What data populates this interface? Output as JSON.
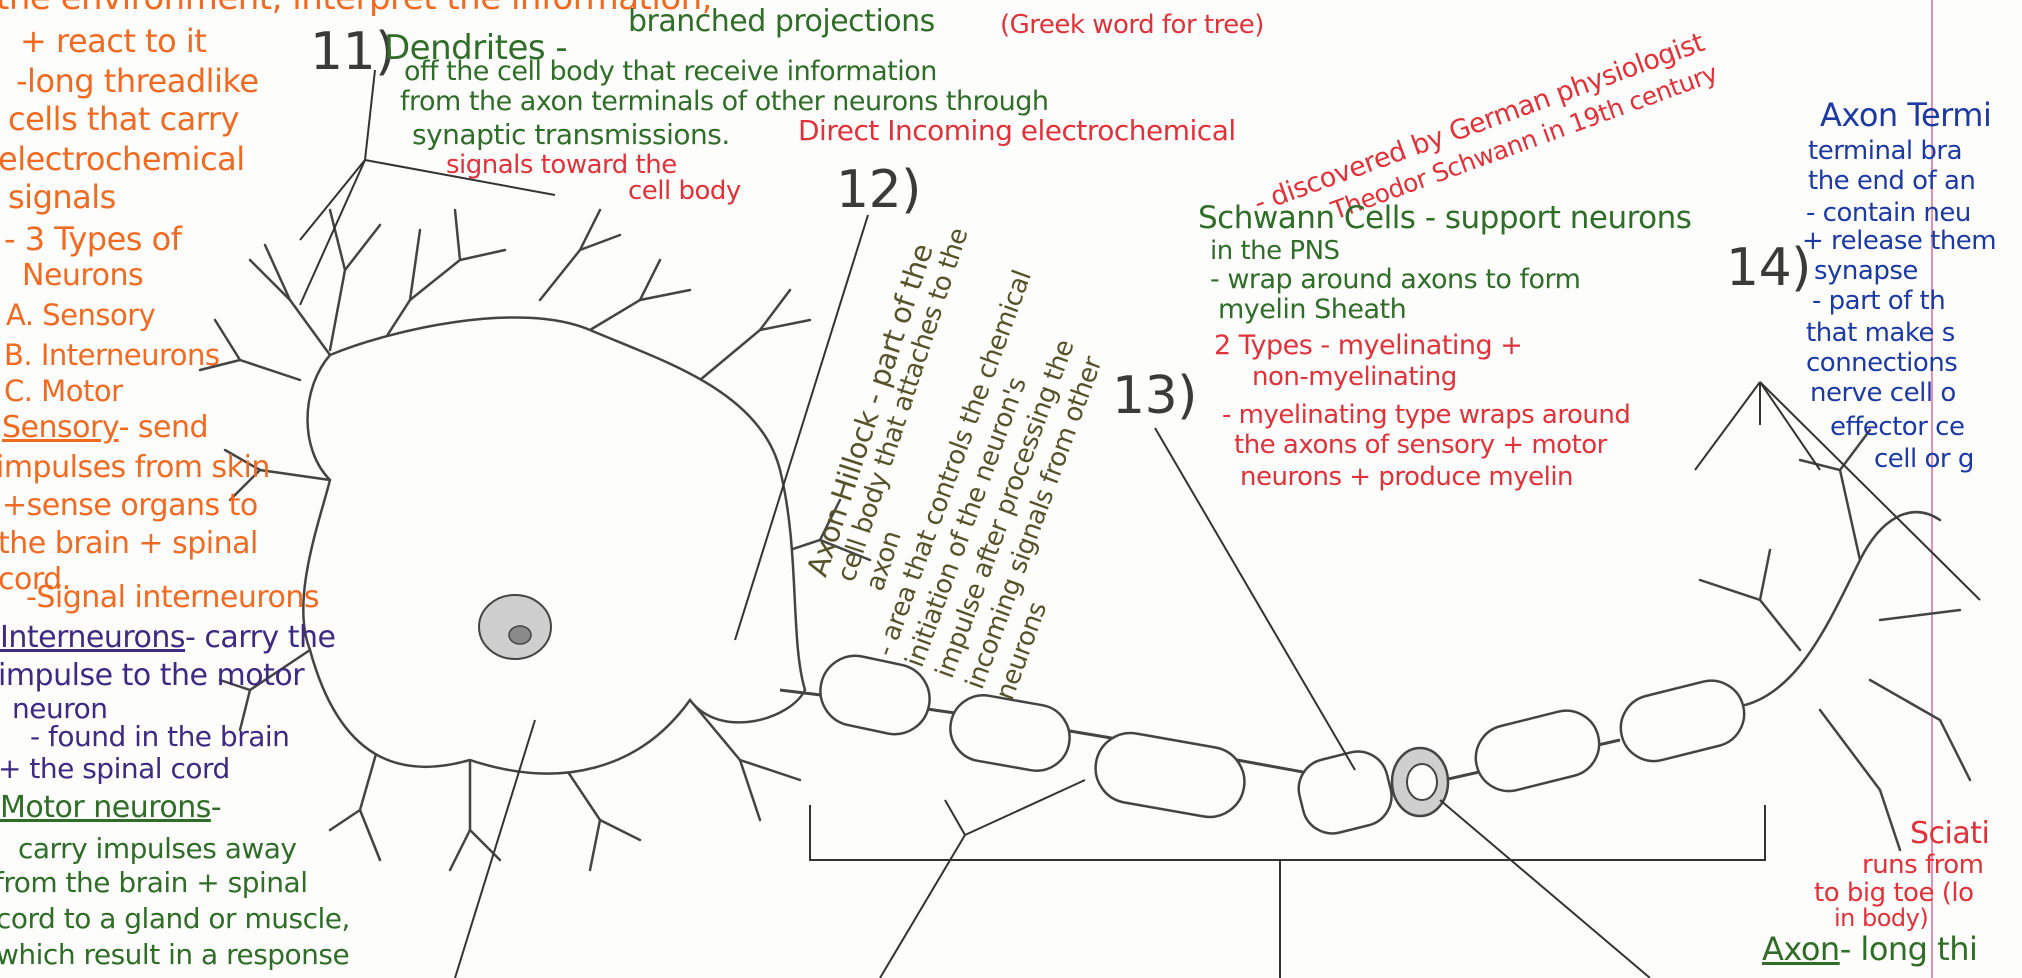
{
  "colors": {
    "orange": "#f06a22",
    "green": "#2f6d28",
    "red": "#e0323a",
    "blue": "#1d3aa3",
    "purple": "#3f2a83",
    "olive": "#56532a",
    "outline": "#444444",
    "fill": "#cfcfcf",
    "margin_line": "#e58fb8"
  },
  "left_notes": {
    "l0": "the environment, interpret the information,",
    "l1": "+ react to it",
    "l2": "-long threadlike",
    "l3": "cells that carry",
    "l4": "electrochemical",
    "l5": "signals",
    "l6": "- 3 Types of",
    "l7": "Neurons",
    "l8": "A. Sensory",
    "l9": "B. Interneurons",
    "l10": "C. Motor",
    "l11": "Sensory",
    "l11b": "- send",
    "l12": "impulses from skin",
    "l13": "+sense organs to",
    "l14": "the brain + spinal",
    "l15": "cord.",
    "l16": "-Signal interneurons",
    "l17": "Interneurons",
    "l17b": "- carry the",
    "l18": "impulse to the motor",
    "l19": "neuron",
    "l20": "- found in the brain",
    "l21": "+ the spinal cord",
    "l22": "Motor neurons",
    "l22b": "-",
    "l23": "carry impulses away",
    "l24": "from the brain + spinal",
    "l25": "cord to a gland or muscle,",
    "l26": "which result in a response"
  },
  "dendrites": {
    "number": "11)",
    "title": "Dendrites -",
    "l1": "branched projections",
    "l1_red": "(Greek word for tree)",
    "l2": "off the cell body that receive information",
    "l3": "from the axon terminals of other neurons through",
    "l4": "synaptic transmissions.",
    "l4_red": "Direct Incoming electrochemical",
    "l5": "signals toward the",
    "l6": "cell body"
  },
  "axon_hillock": {
    "number": "12)",
    "l1": "Axon Hillock - part of the",
    "l2": "cell body that attaches to the",
    "l3": "axon",
    "l4": "- area that controls the chemical",
    "l5": "initiation of the neuron's",
    "l6": "impulse after processing the",
    "l7": "incoming signals from other",
    "l8": "neurons"
  },
  "schwann": {
    "number": "13)",
    "disc1": "- discovered by German physiologist",
    "disc2": "Theodor Schwann in 19th century",
    "l1": "Schwann Cells - support neurons",
    "l2": "in the PNS",
    "l3": "- wrap around axons to form",
    "l4": "myelin Sheath",
    "l5": "2 Types - myelinating +",
    "l6": "non-myelinating",
    "l7": "- myelinating type wraps around",
    "l8": "the axons of sensory + motor",
    "l9": "neurons + produce myelin"
  },
  "terminals": {
    "number": "14)",
    "l1": "Axon Termi",
    "l2": "terminal bra",
    "l3": "the end of an",
    "l4": "- contain neu",
    "l5": "+ release them",
    "l6": "synapse",
    "l7": "- part of th",
    "l8": "that make s",
    "l9": "connections",
    "l10": "nerve cell o",
    "l11": "effector ce",
    "l12": "cell or g"
  },
  "sciatic": {
    "l1": "Sciati",
    "l2": "runs from",
    "l3": "to big toe (lo",
    "l4": "in body)"
  },
  "axon": {
    "title": "Axon",
    "rest": "- long thi"
  }
}
